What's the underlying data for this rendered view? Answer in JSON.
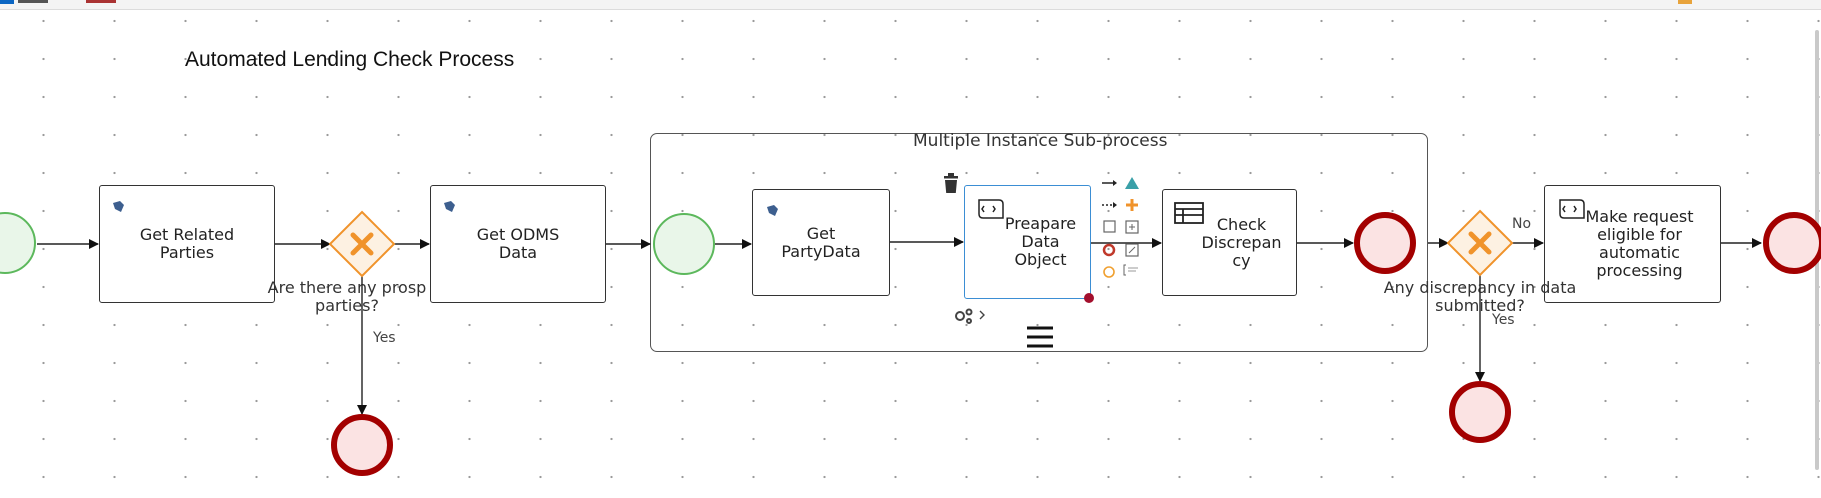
{
  "process_title": "Automated Lending Check Process",
  "subprocess": {
    "title": "Multiple Instance Sub-process"
  },
  "tasks": {
    "get_related_parties": "Get Related\nParties",
    "get_odms_data": "Get ODMS\nData",
    "get_party_data": "Get\nPartyData",
    "preapare_data_object": "Preapare\nData\nObject",
    "check_discrepancy": "Check\nDiscrepan\ncy",
    "make_request": "Make request\neligible for\nautomatic\nprocessing"
  },
  "gateways": {
    "prospect_question": "Are there any prosp\nparties?",
    "prospect_yes": "Yes",
    "discrepancy_question": "Any discrepancy in data\nsubmitted?",
    "discrepancy_no": "No",
    "discrepancy_yes": "Yes"
  },
  "icons": {
    "service_task": "service-task-icon",
    "script_task": "script-task-icon",
    "business_rule_task": "business-rule-task-icon",
    "delete": "trash-icon",
    "settings": "gears-icon",
    "multi_instance": "parallel-multi-instance-icon"
  },
  "colors": {
    "start_event_stroke": "#5cb85c",
    "start_event_fill": "#e9f6e9",
    "end_event_stroke": "#a30000",
    "end_event_fill": "#fbe3e3",
    "gateway_stroke": "#f0932b",
    "gateway_fill": "#fdf1e2",
    "selection": "#3b8ed4"
  }
}
